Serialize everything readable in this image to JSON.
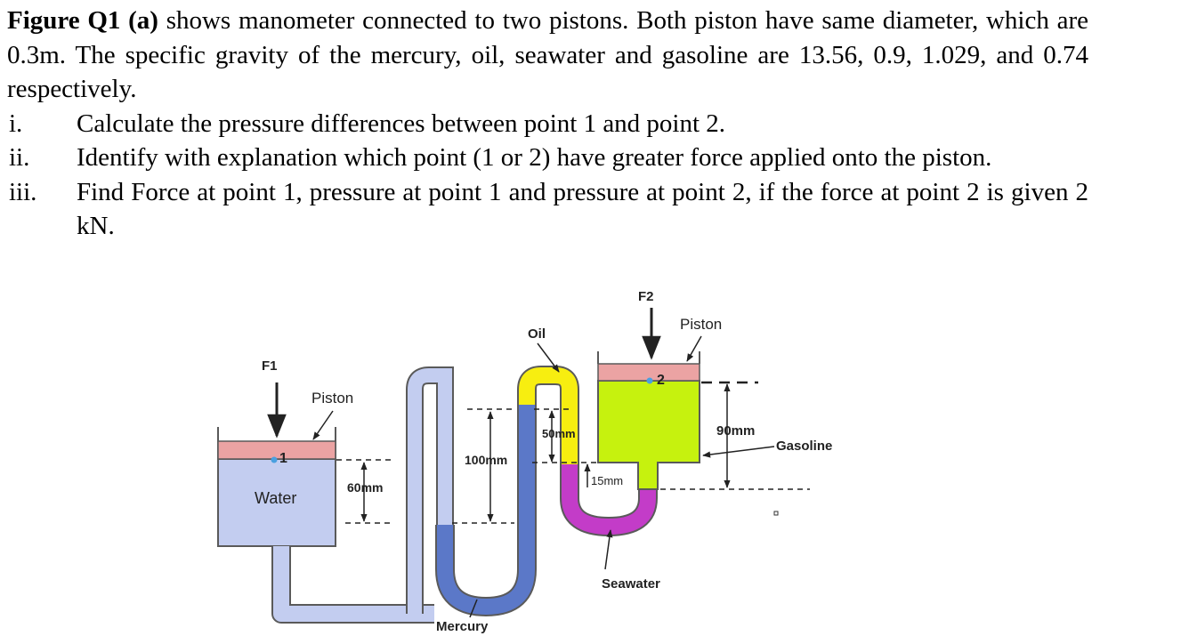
{
  "question": {
    "figure_label": "Figure Q1 (a)",
    "intro": " shows manometer connected to two pistons. Both piston have same diameter, which are 0.3m. The specific gravity of the mercury, oil, seawater and gasoline are 13.56, 0.9, 1.029, and 0.74 respectively.",
    "items": [
      {
        "num": "i.",
        "text": "Calculate the pressure differences between point 1 and point 2."
      },
      {
        "num": "ii.",
        "text": "Identify with explanation which point (1 or 2) have greater force applied onto the piston."
      },
      {
        "num": "iii.",
        "text": "Find Force at point 1, pressure at point 1 and pressure at point 2, if the force at point 2 is given 2 kN."
      }
    ]
  },
  "diagram": {
    "f1": "F1",
    "f2": "F2",
    "piston_left": "Piston",
    "piston_right": "Piston",
    "point1": "1",
    "point2": "2",
    "water": "Water",
    "oil": "Oil",
    "mercury": "Mercury",
    "seawater": "Seawater",
    "gasoline": "Gasoline",
    "dim_60": "60mm",
    "dim_100": "100mm",
    "dim_50": "50mm",
    "dim_15": "15mm",
    "dim_90": "90mm",
    "colors": {
      "water": "#c3cdf0",
      "mercury": "#5b78c8",
      "oil": "#f7ee10",
      "seawater": "#c33cc8",
      "gasoline": "#c6f20e",
      "piston": "#eba3a3",
      "outline": "#5a5a5a"
    }
  }
}
